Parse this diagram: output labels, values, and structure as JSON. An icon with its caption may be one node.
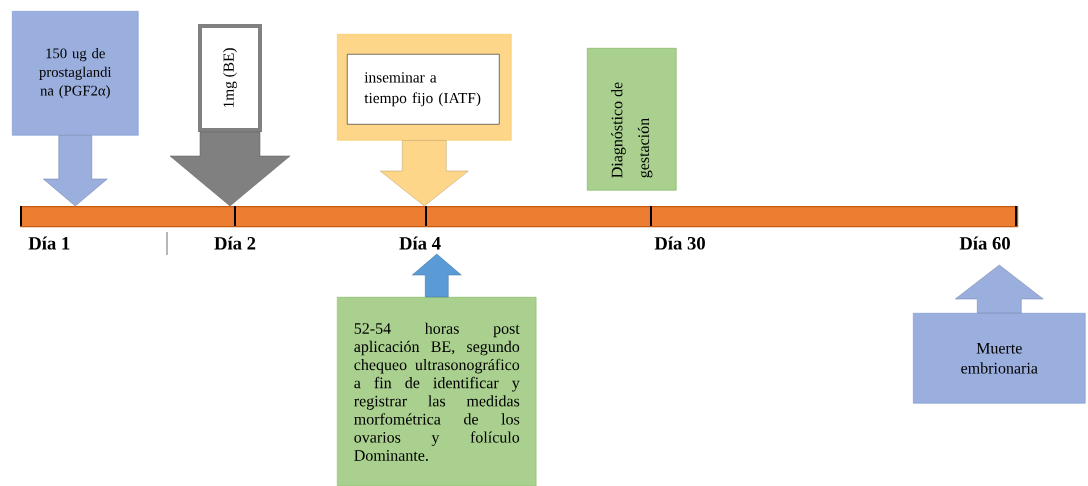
{
  "diagram": {
    "nodes": [
      {
        "text": [
          "150 ug de prostaglandi na (PGF2α)"
        ]
      },
      {
        "text": [
          "1mg (BE)"
        ]
      },
      {
        "text": [],
        "shape": "box"
      },
      {
        "text": [
          "inseminar a tiempo fijo (IATF)"
        ],
        "in": 2
      },
      {
        "text": [
          "Diagnóstico de gestación"
        ]
      },
      {
        "text": [],
        "shape": "bar",
        "beside": [
          "Día 1",
          "Día 2",
          "Día 4",
          "Día 30",
          "Día 60"
        ]
      },
      {
        "text": [
          "52-54 horas post aplicación BE, segundo chequeo ultrasonográfico a fin de identificar y registrar las medidas morfométrica de los ovarios y folículo Dominante."
        ]
      },
      {
        "text": [
          "Muerte embrionaria"
        ]
      }
    ],
    "edges": [
      {
        "from": 0,
        "to": 5,
        "arrow": "to",
        "color": "#9bafdf"
      },
      {
        "from": 1,
        "to": 5,
        "arrow": "to",
        "color": "#808080"
      },
      {
        "from": 2,
        "to": 5,
        "arrow": "to",
        "color": "#fdd68a"
      },
      {
        "from": 6,
        "to": 5,
        "arrow": "to",
        "color": "#5b9bd5"
      },
      {
        "from": 7,
        "to": null,
        "arrow": "to",
        "color": "#9bafdf"
      }
    ]
  }
}
